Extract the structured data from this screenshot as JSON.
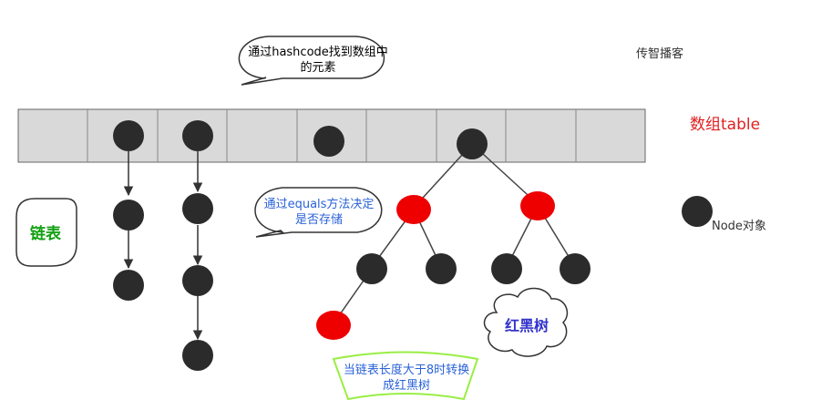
{
  "labels": {
    "watermark": "传智播客",
    "array_title": "数组table",
    "legend_node": "Node对象",
    "linked_list": "链表",
    "red_black_tree": "红黑树",
    "bubble_hash_line1": "通过hashcode找到数组中",
    "bubble_hash_line2": "的元素",
    "bubble_equals_line1": "通过equals方法决定",
    "bubble_equals_line2": "是否存储",
    "convert_line1": "当链表长度大于8时转换",
    "convert_line2": "成红黑树"
  },
  "colors": {
    "node_black": "#2b2b2b",
    "node_red": "#ee0000",
    "array_fill": "#d9d9d9",
    "array_title": "#e02020",
    "linked_list_text": "#11a011",
    "tree_text": "#3333cc",
    "bubble_text": "#1aa0c8",
    "convert_border": "#99ee44",
    "convert_text": "#2a62d8"
  },
  "array": {
    "slot_count": 9
  }
}
